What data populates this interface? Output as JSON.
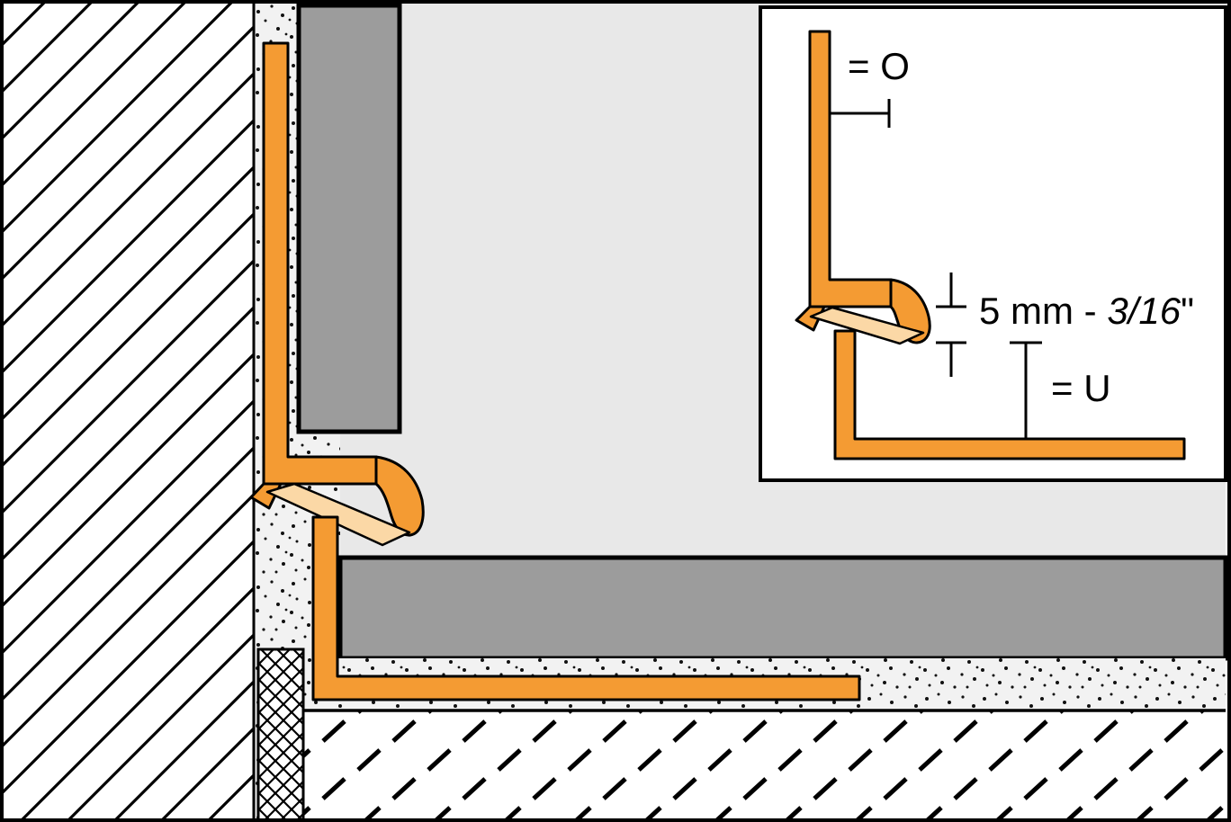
{
  "diagram": {
    "inset": {
      "dim_o_label": "= O",
      "dim_u_label": "= U",
      "joint_width": {
        "prefix": "5 mm - ",
        "fraction": "3/16",
        "unit": "\""
      }
    },
    "colors": {
      "profile_orange": "#F49B33",
      "flex_zone_peach": "#FBD8A6",
      "tile_gray": "#9C9C9C",
      "room_gray": "#E8E8E8",
      "mortar_gray": "#F2F2F2",
      "outline_black": "#000000",
      "background_white": "#FFFFFF"
    }
  }
}
